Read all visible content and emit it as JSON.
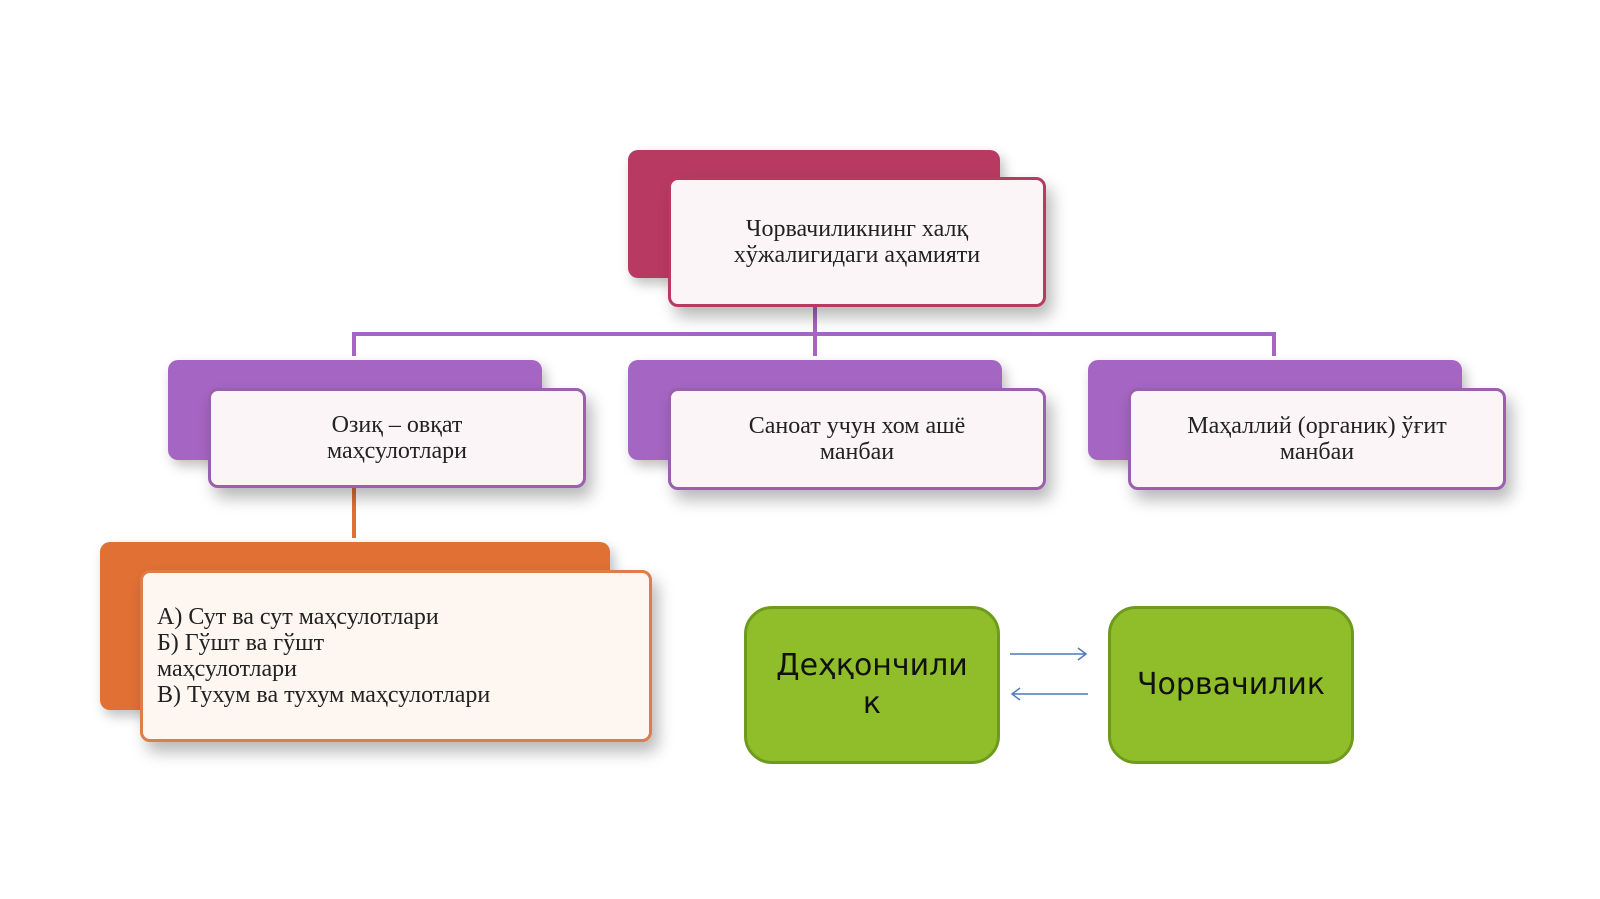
{
  "root": {
    "line1": "Чорвачиликнинг халқ",
    "line2": "хўжалигидаги аҳамияти"
  },
  "branches": [
    {
      "line1": "Озиқ – овқат",
      "line2": "маҳсулотлари"
    },
    {
      "line1": "Саноат учун хом ашё",
      "line2": "манбаи"
    },
    {
      "line1": "Маҳаллий (органик) ўғит",
      "line2": "манбаи"
    }
  ],
  "products": [
    "А) Сут ва сут маҳсулотлари",
    "Б) Гўшт ва гўшт",
    "маҳсулотлари",
    "В) Тухум ва тухум маҳсулотлари"
  ],
  "cycle": {
    "left_line1": "Деҳқончили",
    "left_line2": "к",
    "right": "Чорвачилик"
  },
  "colors": {
    "root_accent": "#b83a62",
    "branch_accent": "#a565c2",
    "branch_border": "#9b5fb0",
    "product_accent": "#e07034",
    "product_border": "#e07c4a",
    "green_fill": "#8fbe2a",
    "connector": "#a565c2",
    "arrow": "#4f79b7"
  }
}
